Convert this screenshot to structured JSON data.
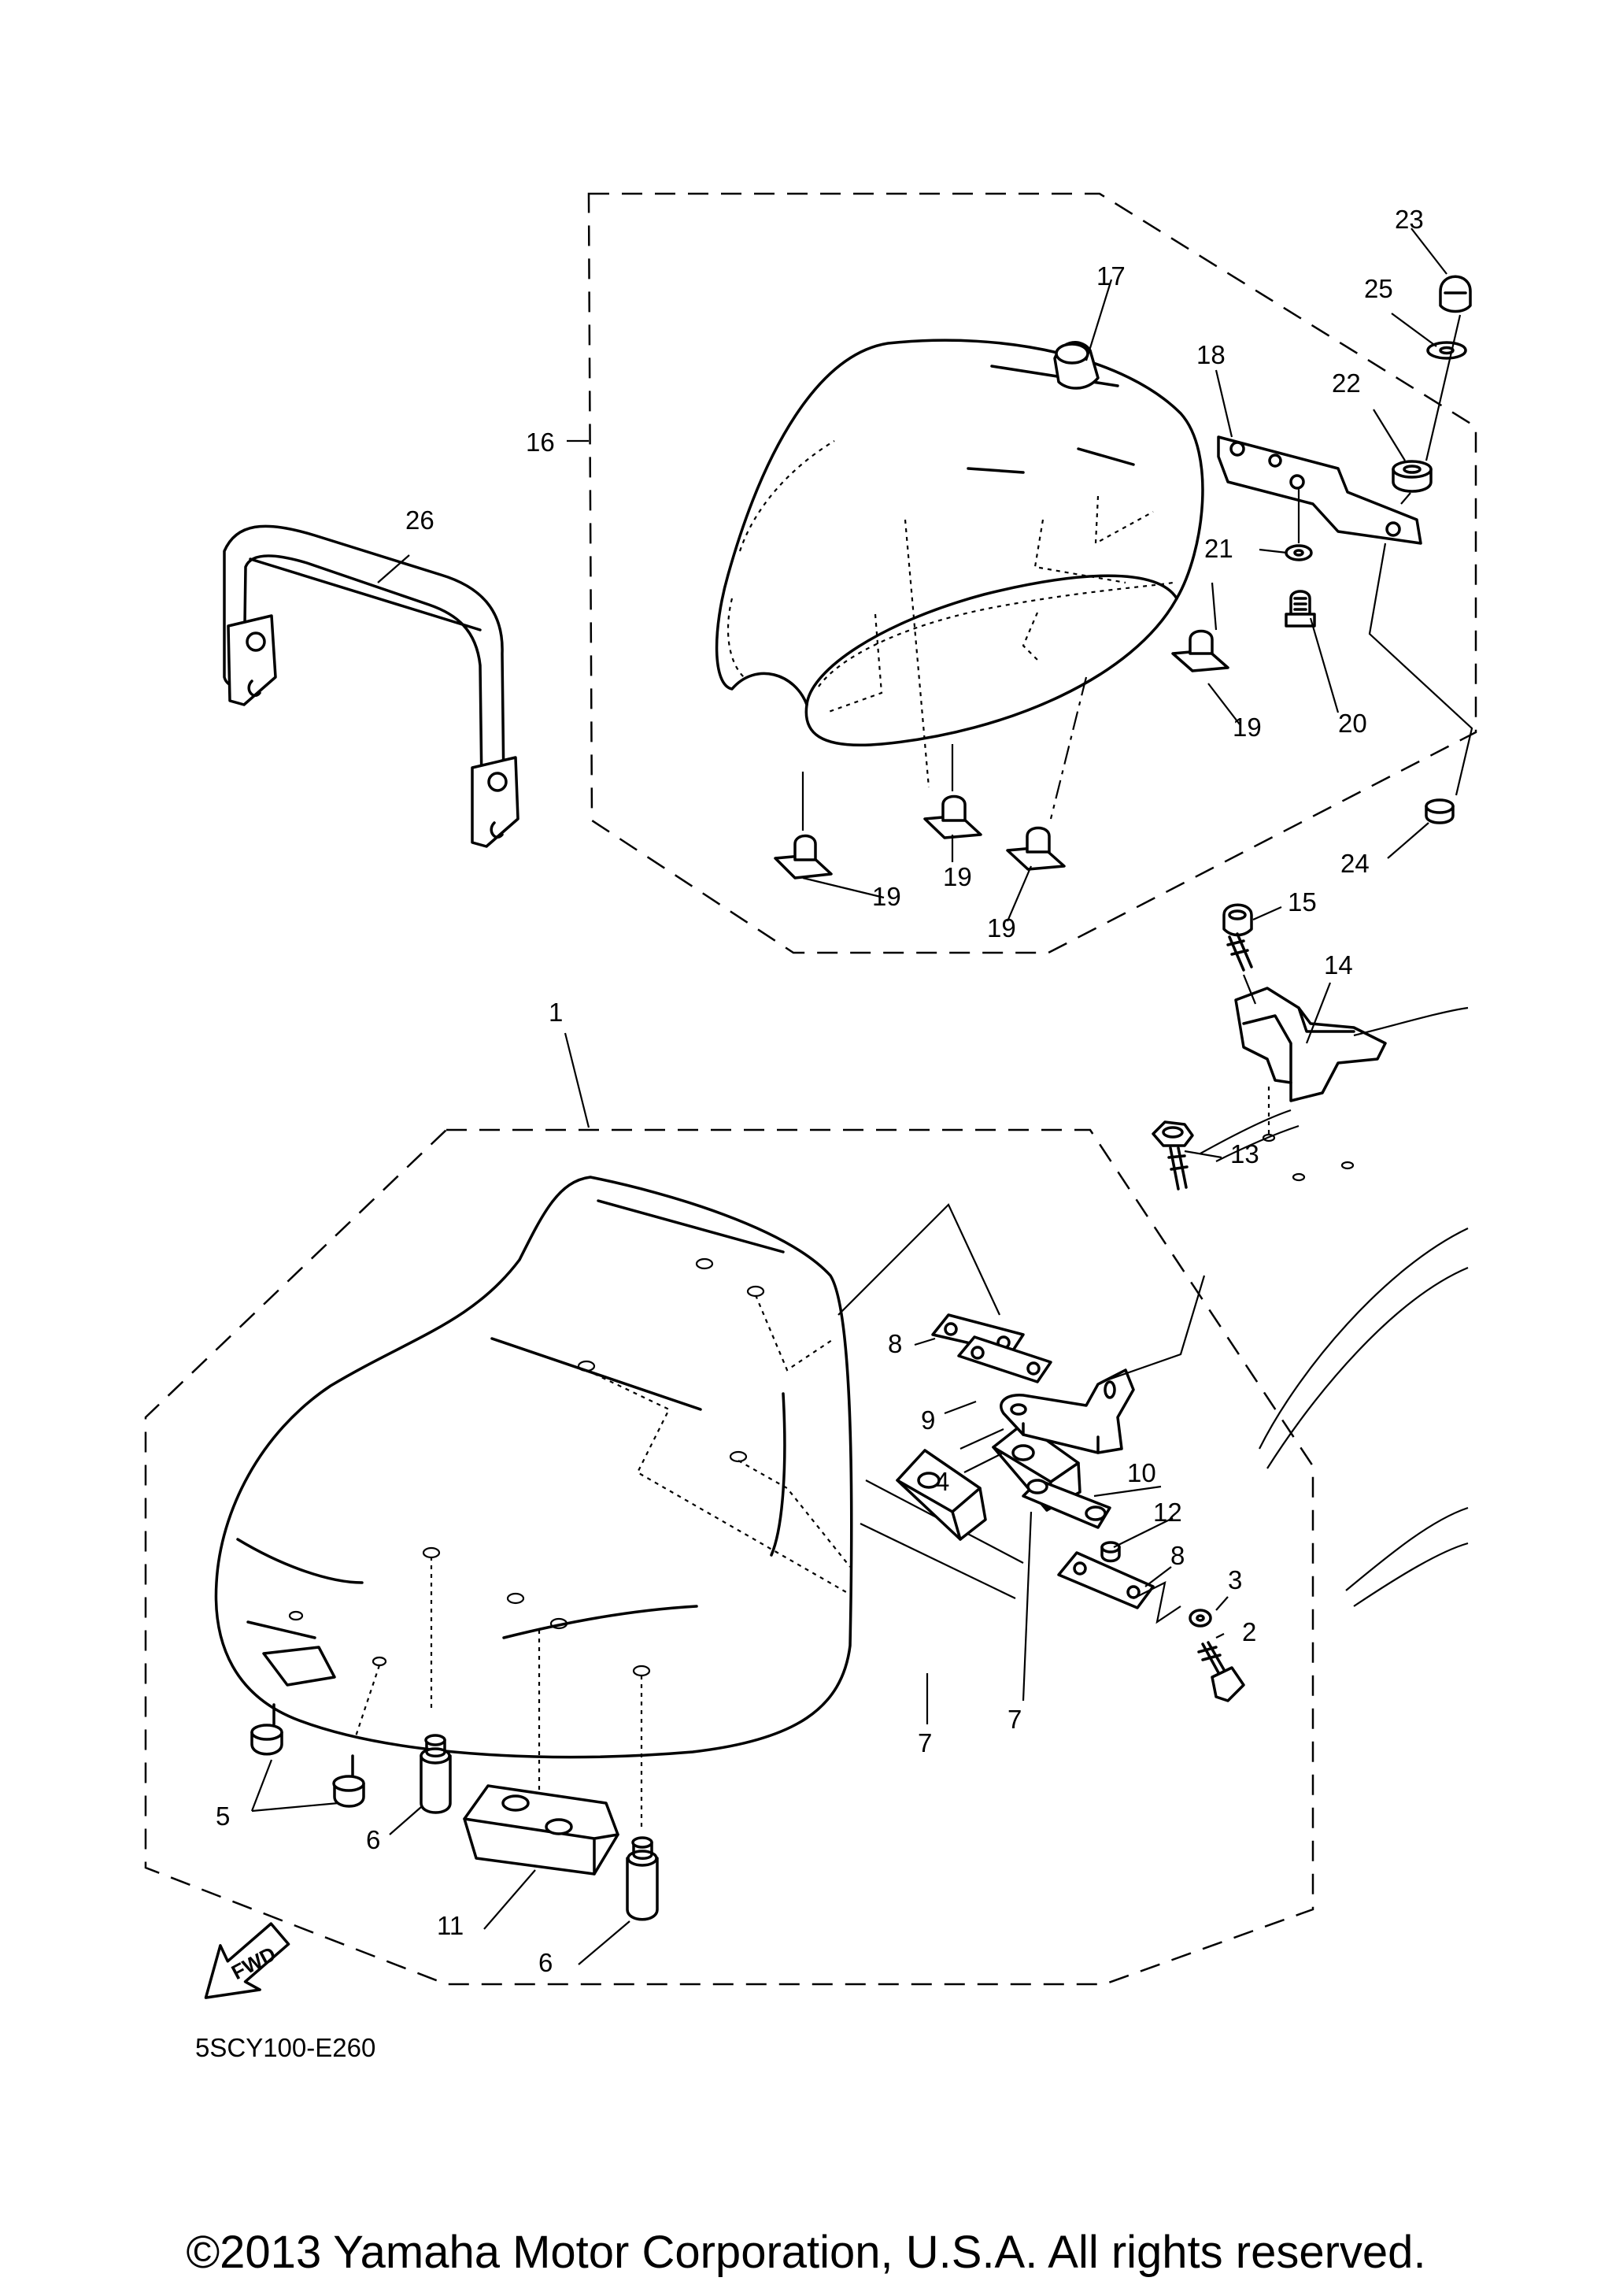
{
  "diagram": {
    "reference_code": "5SCY100-E260",
    "copyright": "©2013 Yamaha Motor Corporation, U.S.A. All rights reserved.",
    "fwd_label": "FWD",
    "callouts": {
      "c1": "1",
      "c2": "2",
      "c3": "3",
      "c4": "4",
      "c5": "5",
      "c6a": "6",
      "c6b": "6",
      "c7a": "7",
      "c7b": "7",
      "c8a": "8",
      "c8b": "8",
      "c9": "9",
      "c10": "10",
      "c11": "11",
      "c12": "12",
      "c13": "13",
      "c14": "14",
      "c15": "15",
      "c16": "16",
      "c17": "17",
      "c18": "18",
      "c19a": "19",
      "c19b": "19",
      "c19c": "19",
      "c19d": "19",
      "c20": "20",
      "c21": "21",
      "c22": "22",
      "c23": "23",
      "c24": "24",
      "c25": "25",
      "c26": "26"
    }
  }
}
